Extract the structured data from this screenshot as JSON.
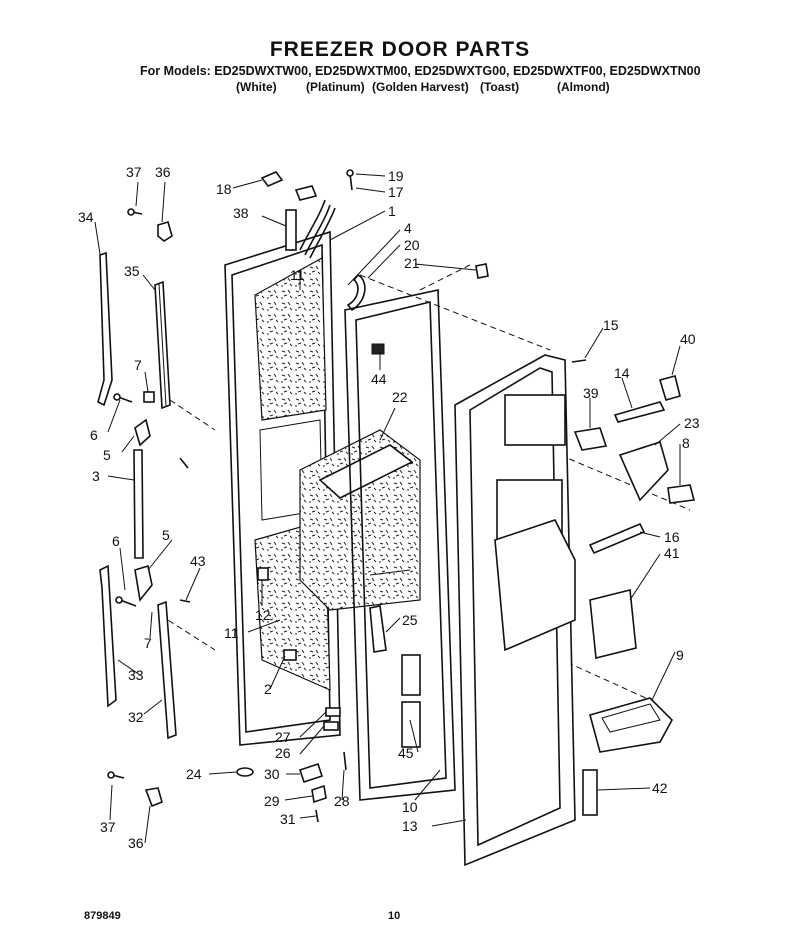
{
  "title": "FREEZER DOOR PARTS",
  "models_line": "For Models:  ED25DWXTW00, ED25DWXTM00, ED25DWXTG00, ED25DWXTF00, ED25DWXTN00",
  "colors": [
    "(White)",
    "(Platinum)",
    "(Golden Harvest)",
    "(Toast)",
    "(Almond)"
  ],
  "footer": {
    "code": "879849",
    "page": "10"
  },
  "callouts": [
    "37",
    "36",
    "34",
    "35",
    "7",
    "6",
    "5",
    "3",
    "6",
    "5",
    "43",
    "7",
    "33",
    "32",
    "18",
    "38",
    "19",
    "17",
    "1",
    "4",
    "20",
    "21",
    "11",
    "44",
    "22",
    "15",
    "40",
    "14",
    "39",
    "23",
    "8",
    "16",
    "41",
    "12",
    "11",
    "25",
    "2",
    "9",
    "27",
    "26",
    "24",
    "30",
    "29",
    "31",
    "28",
    "45",
    "10",
    "13",
    "42",
    "37",
    "36"
  ]
}
